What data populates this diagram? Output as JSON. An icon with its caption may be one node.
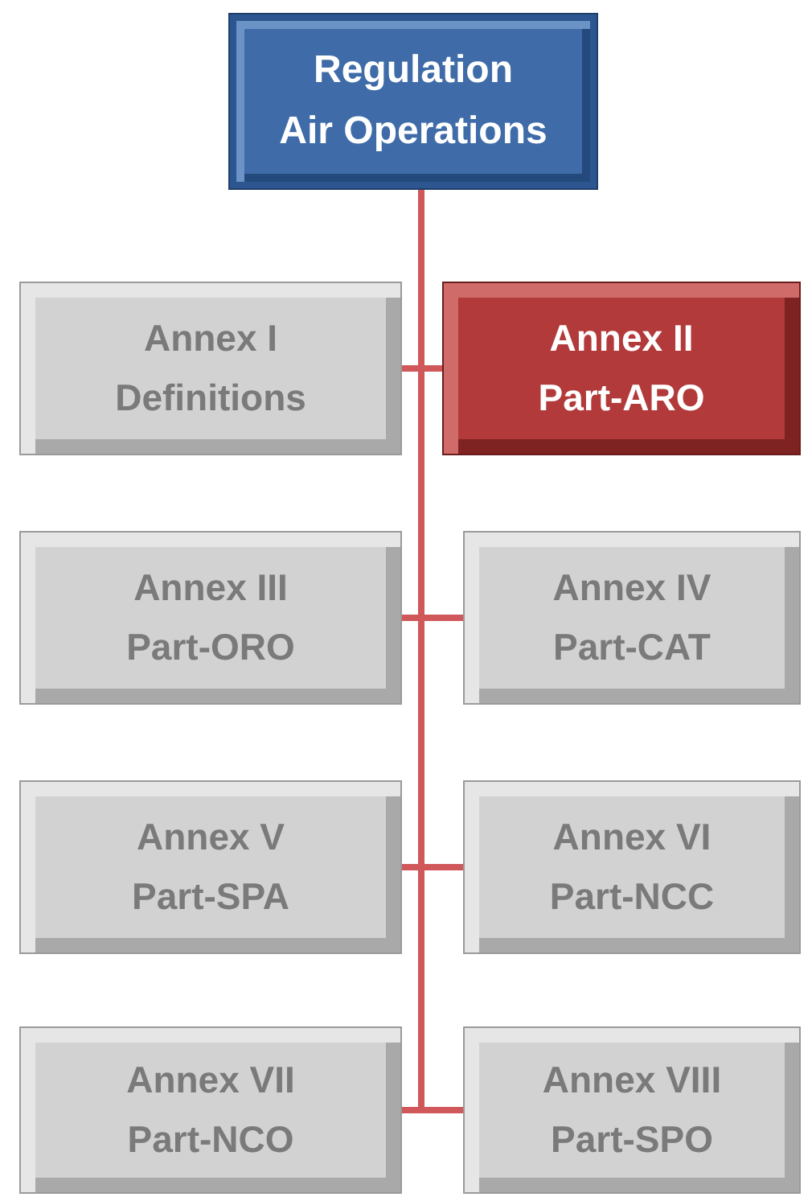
{
  "diagram": {
    "nodes": [
      {
        "text": [
          "Regulation",
          "Air Operations"
        ]
      },
      {
        "text": [
          "Annex I",
          "Definitions"
        ]
      },
      {
        "text": [
          "Annex II",
          "Part-ARO"
        ]
      },
      {
        "text": [
          "Annex III",
          "Part-ORO"
        ]
      },
      {
        "text": [
          "Annex IV",
          "Part-CAT"
        ]
      },
      {
        "text": [
          "Annex V",
          "Part-SPA"
        ]
      },
      {
        "text": [
          "Annex VI",
          "Part-NCC"
        ]
      },
      {
        "text": [
          "Annex VII",
          "Part-NCO"
        ]
      },
      {
        "text": [
          "Annex VIII",
          "Part-SPO"
        ]
      }
    ],
    "edges": [
      {
        "from": 0,
        "to": 1,
        "arrow": "none"
      },
      {
        "from": 0,
        "to": 2,
        "arrow": "none"
      },
      {
        "from": 0,
        "to": 3,
        "arrow": "none"
      },
      {
        "from": 0,
        "to": 4,
        "arrow": "none"
      },
      {
        "from": 0,
        "to": 5,
        "arrow": "none"
      },
      {
        "from": 0,
        "to": 6,
        "arrow": "none"
      },
      {
        "from": 0,
        "to": 7,
        "arrow": "none"
      },
      {
        "from": 0,
        "to": 8,
        "arrow": "none"
      }
    ]
  }
}
